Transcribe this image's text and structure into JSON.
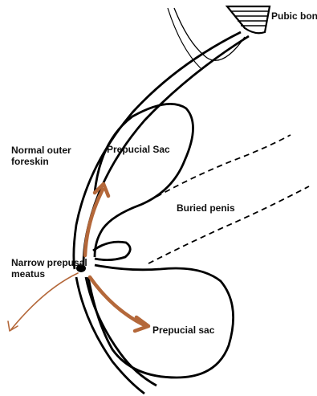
{
  "labels": {
    "pubic_bone": "Pubic bone",
    "normal_outer_foreskin_line1": "Normal outer",
    "normal_outer_foreskin_line2": "foreskin",
    "prepucial_sac_upper": "Prepucial Sac",
    "buried_penis": "Buried penis",
    "narrow_meatus_line1": "Narrow prepusal",
    "narrow_meatus_line2": "meatus",
    "prepucial_sac_lower": "Prepucial sac"
  },
  "colors": {
    "outline": "#000000",
    "arrow": "#b4683a",
    "hatch": "#000000"
  }
}
